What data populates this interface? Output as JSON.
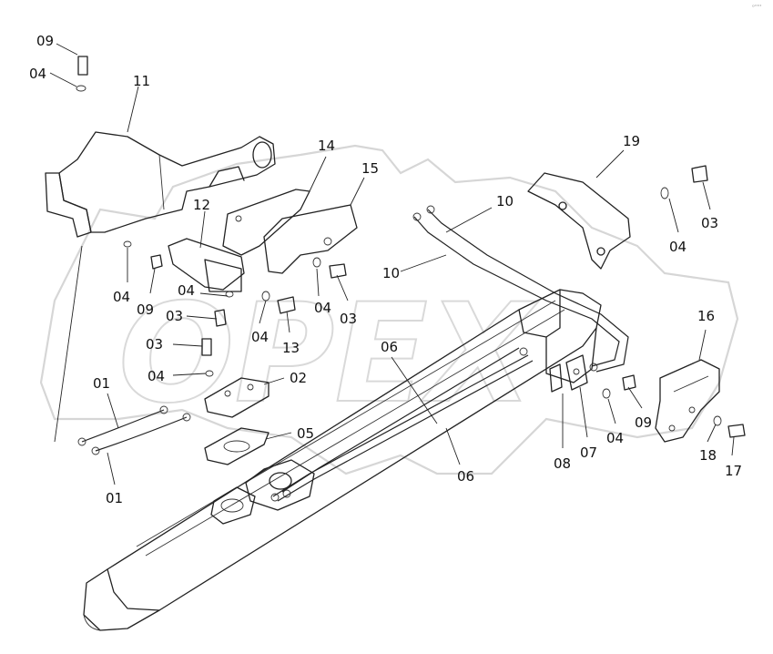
{
  "diagram": {
    "corner_mark": "ᵒ''''",
    "watermark": "OPEX",
    "labels": [
      {
        "id": "l01a",
        "text": "01"
      },
      {
        "id": "l01b",
        "text": "01"
      },
      {
        "id": "l02",
        "text": "02"
      },
      {
        "id": "l03a",
        "text": "03"
      },
      {
        "id": "l03b",
        "text": "03"
      },
      {
        "id": "l03c",
        "text": "03"
      },
      {
        "id": "l03d",
        "text": "03"
      },
      {
        "id": "l04a",
        "text": "04"
      },
      {
        "id": "l04b",
        "text": "04"
      },
      {
        "id": "l04c",
        "text": "04"
      },
      {
        "id": "l04d",
        "text": "04"
      },
      {
        "id": "l04e",
        "text": "04"
      },
      {
        "id": "l04f",
        "text": "04"
      },
      {
        "id": "l04g",
        "text": "04"
      },
      {
        "id": "l04h",
        "text": "04"
      },
      {
        "id": "l05",
        "text": "05"
      },
      {
        "id": "l06a",
        "text": "06"
      },
      {
        "id": "l06b",
        "text": "06"
      },
      {
        "id": "l07",
        "text": "07"
      },
      {
        "id": "l08",
        "text": "08"
      },
      {
        "id": "l09a",
        "text": "09"
      },
      {
        "id": "l09b",
        "text": "09"
      },
      {
        "id": "l09c",
        "text": "09"
      },
      {
        "id": "l10a",
        "text": "10"
      },
      {
        "id": "l10b",
        "text": "10"
      },
      {
        "id": "l11",
        "text": "11"
      },
      {
        "id": "l12",
        "text": "12"
      },
      {
        "id": "l13",
        "text": "13"
      },
      {
        "id": "l14",
        "text": "14"
      },
      {
        "id": "l15",
        "text": "15"
      },
      {
        "id": "l16",
        "text": "16"
      },
      {
        "id": "l17",
        "text": "17"
      },
      {
        "id": "l18",
        "text": "18"
      },
      {
        "id": "l19",
        "text": "19"
      }
    ]
  }
}
